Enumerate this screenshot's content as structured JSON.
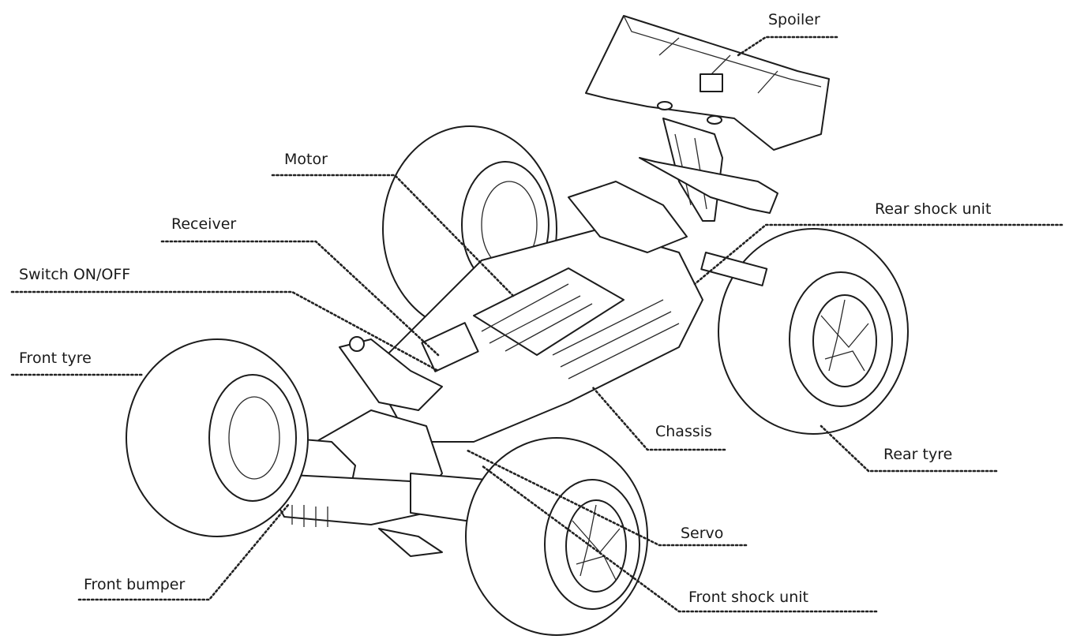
{
  "labels": {
    "spoiler": "Spoiler",
    "motor": "Motor",
    "receiver": "Receiver",
    "switch": "Switch ON/OFF",
    "front_tyre": "Front tyre",
    "rear_shock": "Rear shock unit",
    "chassis": "Chassis",
    "rear_tyre": "Rear tyre",
    "servo": "Servo",
    "front_bumper": "Front bumper",
    "front_shock": "Front shock unit"
  },
  "colors": {
    "ink": "#1c1c1c",
    "background": "#ffffff"
  }
}
